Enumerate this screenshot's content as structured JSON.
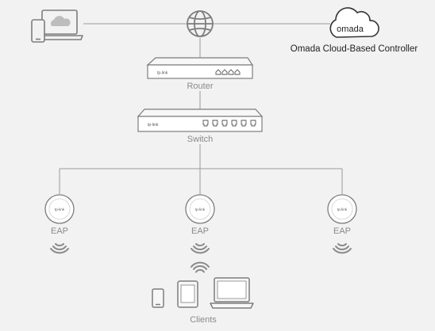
{
  "cloud_controller": {
    "logo_text": "omada",
    "label": "Omada Cloud-Based Controller"
  },
  "router": {
    "brand": "tp-link",
    "label": "Router"
  },
  "switch": {
    "brand": "tp-link",
    "label": "Switch"
  },
  "eaps": [
    {
      "label": "EAP",
      "brand": "tp-link"
    },
    {
      "label": "EAP",
      "brand": "tp-link"
    },
    {
      "label": "EAP",
      "brand": "tp-link"
    }
  ],
  "clients": {
    "label": "Clients"
  },
  "icons": {
    "internet": "globe-icon",
    "remote_devices": "laptop-phone-cloud-icon",
    "wifi": "wifi-icon",
    "client_devices": [
      "phone-icon",
      "tablet-icon",
      "laptop-icon"
    ]
  },
  "colors": {
    "background": "#f2f2f2",
    "line": "#9a9a9a",
    "icon": "#7d7d7d",
    "text": "#8a8a8a",
    "controller_text": "#222222"
  }
}
